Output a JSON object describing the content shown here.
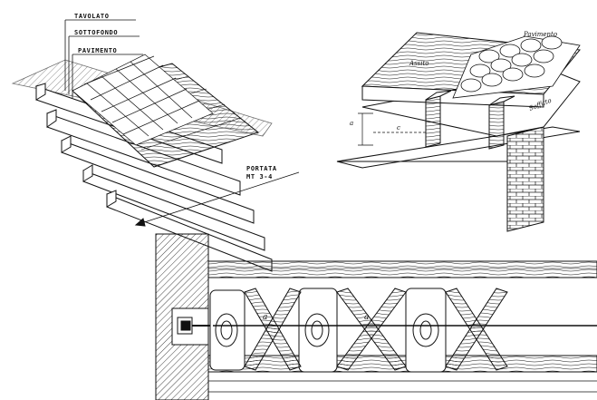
{
  "diagram_left": {
    "label_1": "TAVOLATO",
    "label_2": "SOTTOFONDO",
    "label_3": "PAVIMENTO",
    "load_label_line1": "PORTATA",
    "load_label_line2": "MT 3-4"
  },
  "diagram_right": {
    "label_pavimento": "Pavimento",
    "label_assito": "Assito",
    "label_soffitto": "Soffitto",
    "dim_a": "a",
    "dim_c": "c"
  },
  "diagram_bottom": {
    "brace_label_1": "a",
    "brace_label_2": "a"
  },
  "colors": {
    "ink": "#111111",
    "paper": "#ffffff"
  }
}
